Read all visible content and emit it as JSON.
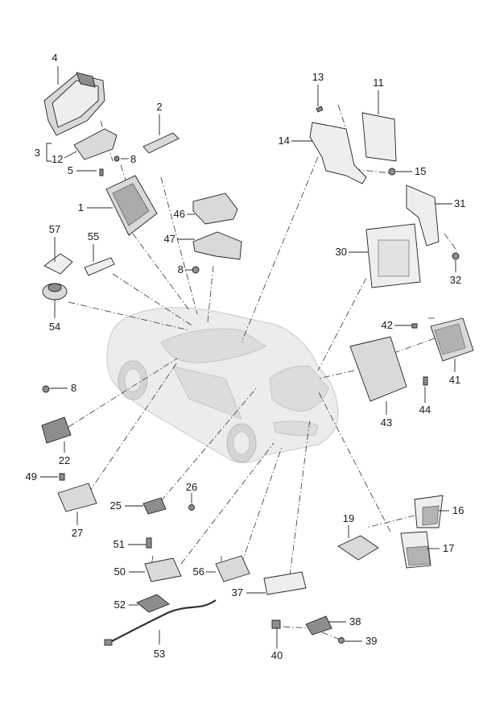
{
  "diagram": {
    "callouts": [
      "1",
      "2",
      "3",
      "4",
      "5",
      "8",
      "12",
      "13",
      "11",
      "14",
      "15",
      "31",
      "30",
      "32",
      "46",
      "47",
      "8",
      "57",
      "55",
      "54",
      "42",
      "41",
      "44",
      "43",
      "8",
      "22",
      "49",
      "27",
      "25",
      "26",
      "16",
      "19",
      "17",
      "51",
      "50",
      "56",
      "52",
      "53",
      "37",
      "38",
      "39",
      "40"
    ]
  }
}
